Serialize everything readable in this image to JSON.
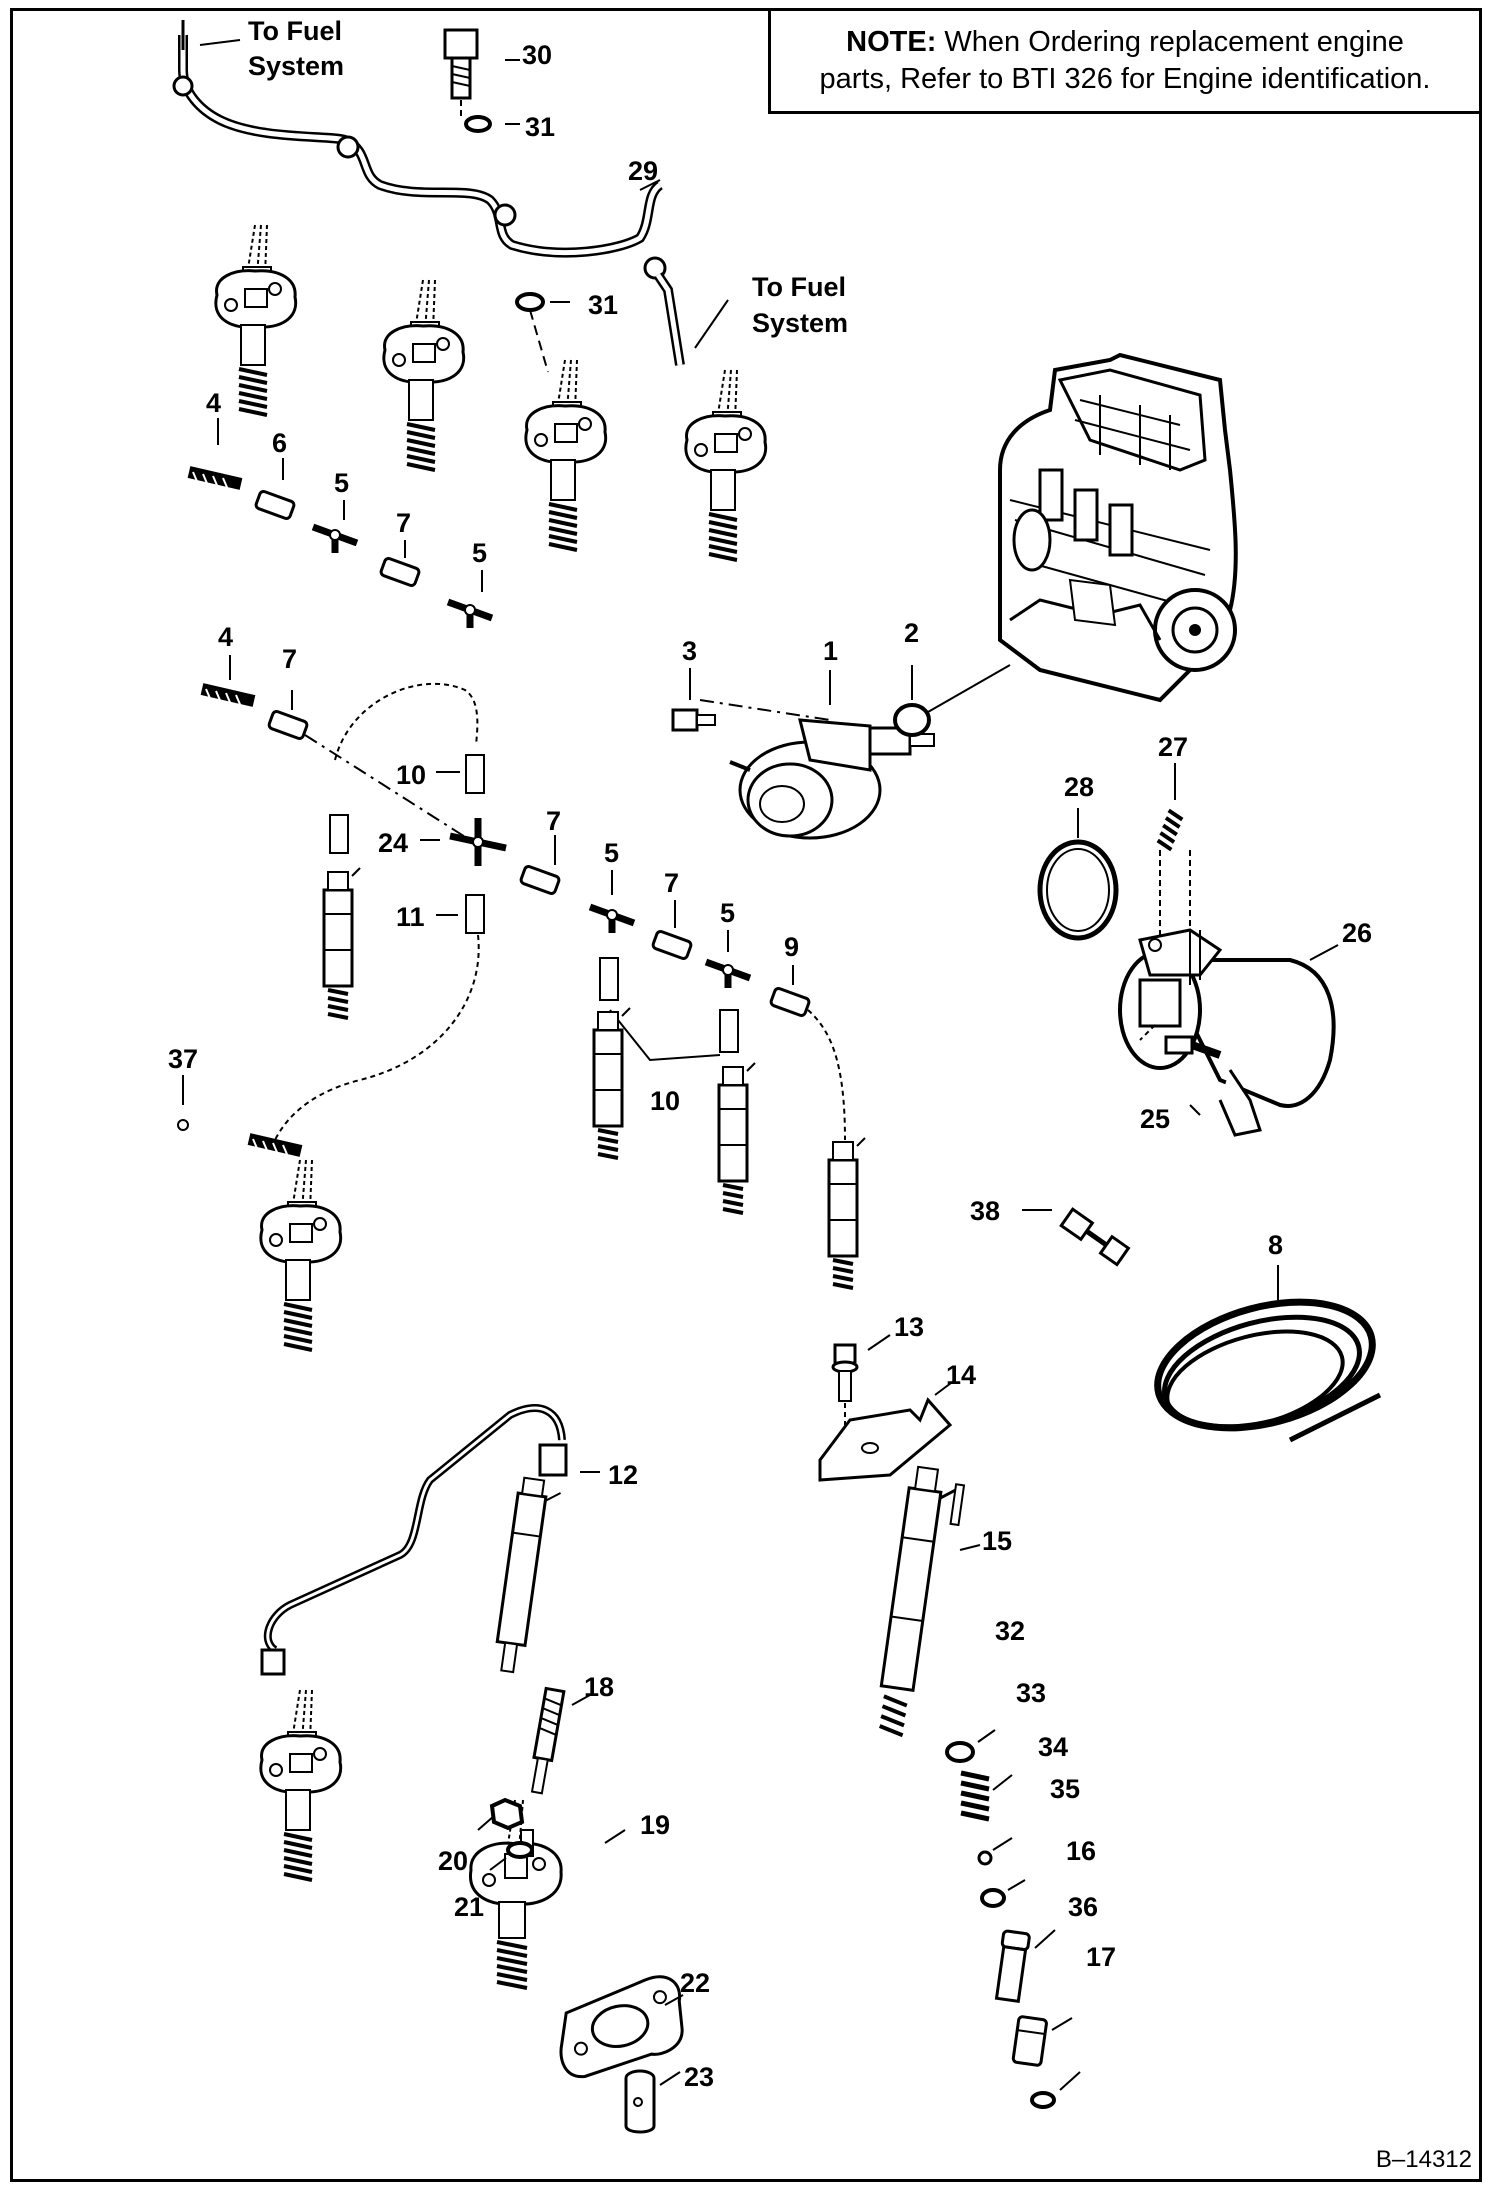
{
  "note": {
    "heading": "NOTE:",
    "line1_rest": " When Ordering replacement engine",
    "line2": "parts, Refer to BTI 326 for Engine identification."
  },
  "drawing_id": "B–14312",
  "fuel_system_top": [
    "To Fuel",
    "System"
  ],
  "fuel_system_mid": [
    "To Fuel",
    "System"
  ],
  "callouts": [
    "30",
    "31",
    "31",
    "29",
    "4",
    "6",
    "5",
    "7",
    "5",
    "4",
    "7",
    "10",
    "24",
    "11",
    "7",
    "5",
    "7",
    "5",
    "9",
    "10",
    "37",
    "3",
    "1",
    "2",
    "27",
    "28",
    "26",
    "25",
    "38",
    "8",
    "13",
    "14",
    "12",
    "15",
    "32",
    "33",
    "34",
    "35",
    "16",
    "36",
    "17",
    "18",
    "19",
    "20",
    "21",
    "22",
    "23"
  ]
}
